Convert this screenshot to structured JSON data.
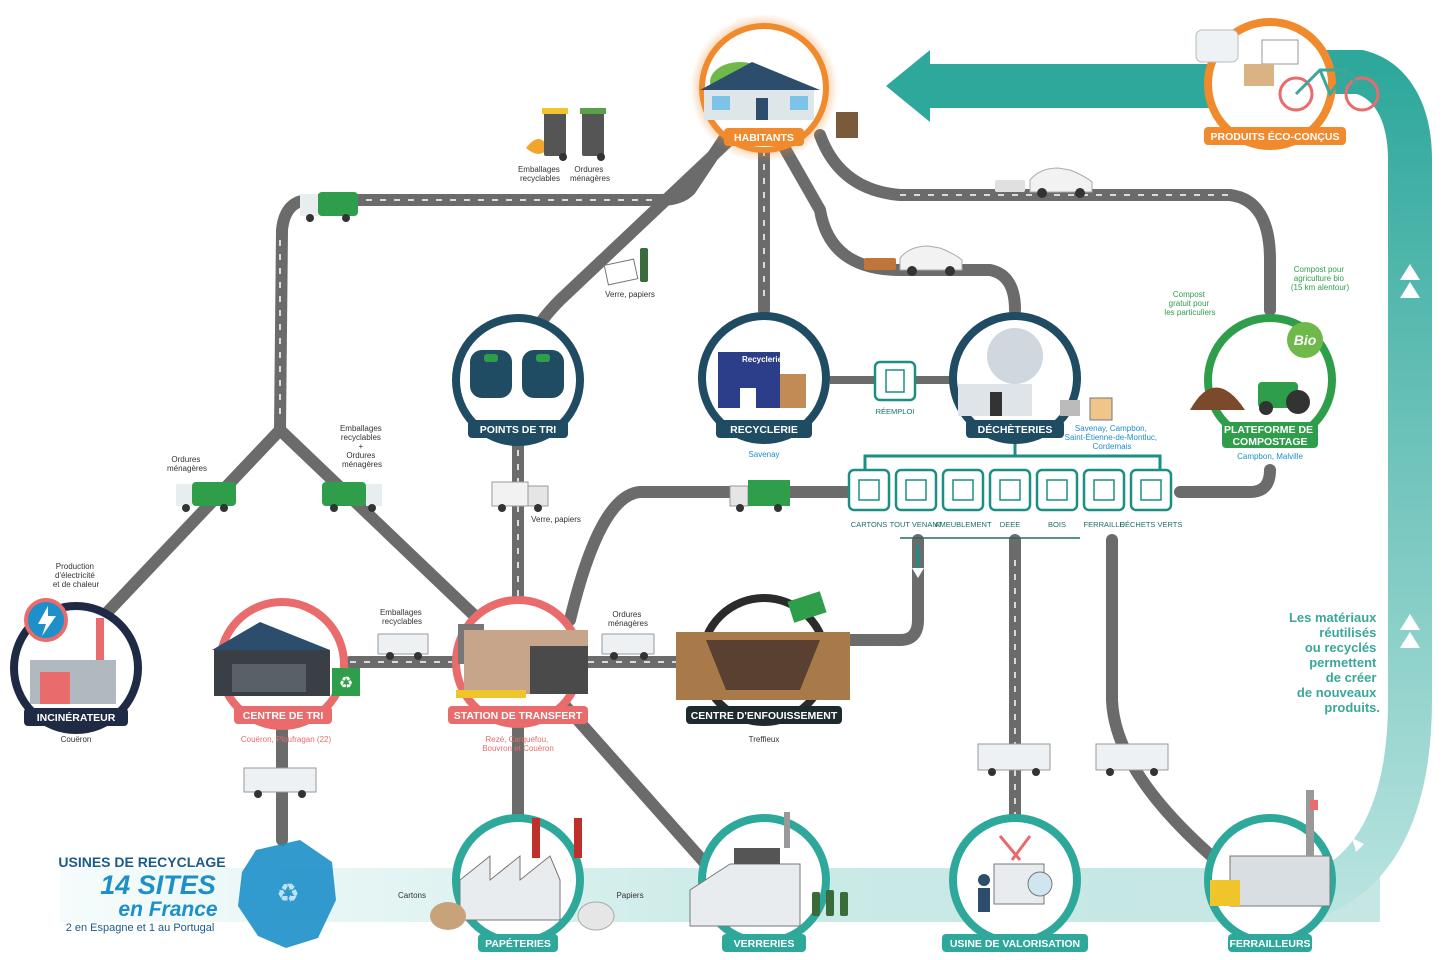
{
  "colors": {
    "teal": "#2fa89c",
    "teal_dark": "#1b6f66",
    "navy": "#1f4b63",
    "coral": "#e96b6b",
    "orange": "#f08a2c",
    "road": "#6b6b6b",
    "truck_green": "#2f9e4a"
  },
  "nodes": {
    "habitants": "HABITANTS",
    "points_de_tri": "POINTS DE TRI",
    "recyclerie": "RECYCLERIE",
    "recyclerie_sign": "Recyclerie",
    "recyclerie_loc": "Savenay",
    "decheteries": "DÉCHÈTERIES",
    "decheteries_loc": [
      "Savenay, Campbon,",
      "Saint-Étienne-de-Montluc,",
      "Cordemais"
    ],
    "plateforme": [
      "PLATEFORME DE",
      "COMPOSTAGE"
    ],
    "plateforme_loc": "Campbon, Malville",
    "bio_label": "Bio",
    "produits": "PRODUITS ÉCO-CONÇUS",
    "incinerateur": "INCINÉRATEUR",
    "incinerateur_loc": "Couëron",
    "centre_de_tri": "CENTRE DE TRI",
    "centre_de_tri_loc": "Couëron, Ploufragan (22)",
    "station": "STATION DE TRANSFERT",
    "station_loc": [
      "Rezé, Carquefou,",
      "Bouvron et Couëron"
    ],
    "enfouissement": "CENTRE D'ENFOUISSEMENT",
    "enfouissement_loc": "Treffieux",
    "papeteries": "PAPÉTERIES",
    "verreries": "VERRERIES",
    "usine_valorisation": "USINE DE VALORISATION",
    "ferrailleurs": "FERRAILLEURS",
    "reemploi": "RÉEMPLOI"
  },
  "labels": {
    "emballages_recyclables": [
      "Emballages",
      "recyclables"
    ],
    "ordures_menageres": [
      "Ordures",
      "ménagères"
    ],
    "verre_papiers": "Verre, papiers",
    "compost_particuliers": [
      "Compost",
      "gratuit pour",
      "les particuliers"
    ],
    "compost_agriculture": [
      "Compost pour",
      "agriculture bio",
      "(15 km alentour)"
    ],
    "production": [
      "Production",
      "d'électricité",
      "et de chaleur"
    ],
    "emb_ord": [
      "Emballages",
      "recyclables",
      "+",
      "Ordures",
      "ménagères"
    ],
    "cartons": "Cartons",
    "papiers": "Papiers"
  },
  "waste_categories": [
    "CARTONS",
    "TOUT VENANT",
    "AMEUBLEMENT",
    "DEEE",
    "BOIS",
    "FERRAILLE",
    "DÉCHETS VERTS"
  ],
  "side_text": [
    "Les matériaux",
    "réutilisés",
    "ou recyclés",
    "permettent",
    "de créer",
    "de nouveaux",
    "produits."
  ],
  "usines": {
    "title": "USINES DE RECYCLAGE",
    "sites": "14 SITES",
    "country": "en France",
    "sub": "2 en Espagne et 1 au Portugal"
  }
}
